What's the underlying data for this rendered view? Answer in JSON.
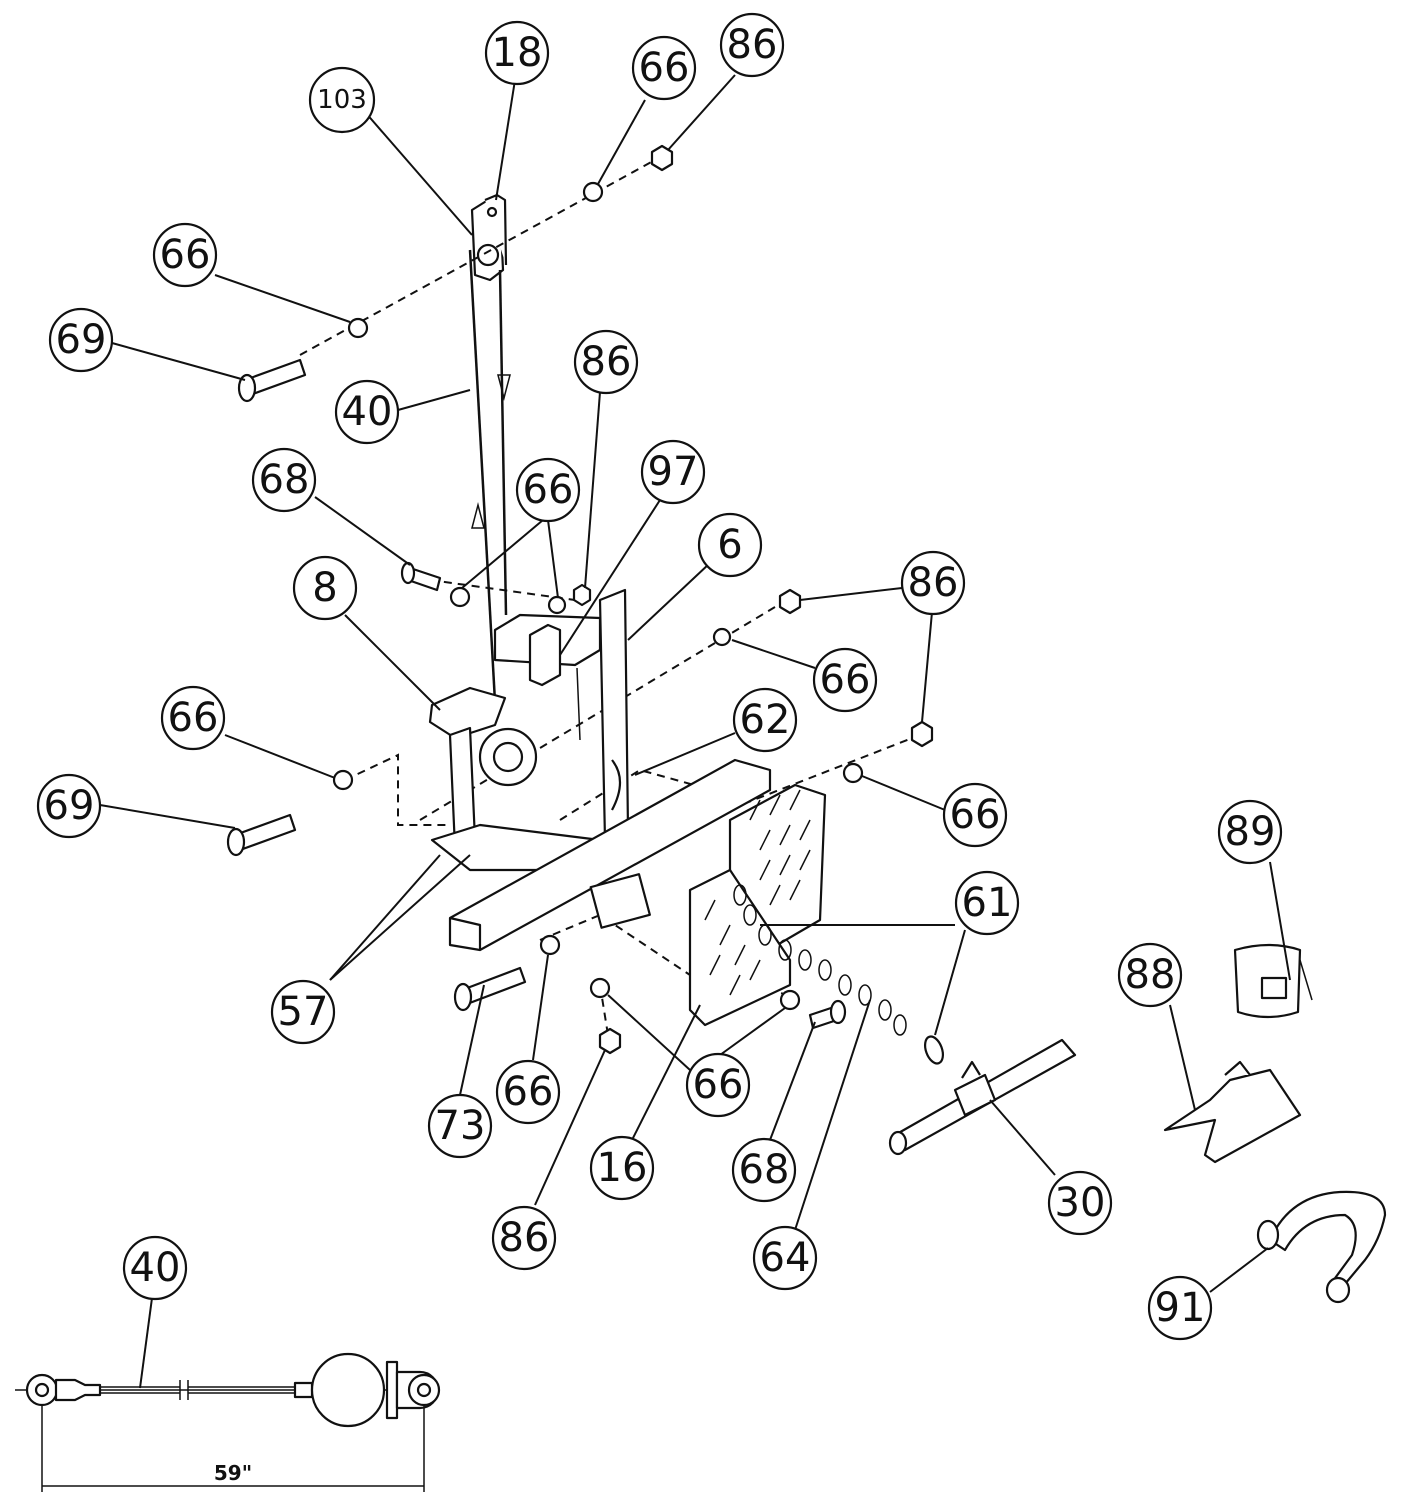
{
  "callouts": {
    "c103": "103",
    "c18": "18",
    "c66a": "66",
    "c86a": "86",
    "c66b": "66",
    "c69a": "69",
    "c40a": "40",
    "c86b": "86",
    "c68a": "68",
    "c66c": "66",
    "c97": "97",
    "c6": "6",
    "c8": "8",
    "c86c": "86",
    "c66d": "66",
    "c62": "62",
    "c66e": "66",
    "c69b": "69",
    "c66f": "66",
    "c89": "89",
    "c61": "61",
    "c88": "88",
    "c57": "57",
    "c73": "73",
    "c66g": "66",
    "c66h": "66",
    "c16": "16",
    "c68b": "68",
    "c30": "30",
    "c86d": "86",
    "c64": "64",
    "c40b": "40",
    "c91": "91"
  },
  "dimension": {
    "cable_length": "59\""
  }
}
